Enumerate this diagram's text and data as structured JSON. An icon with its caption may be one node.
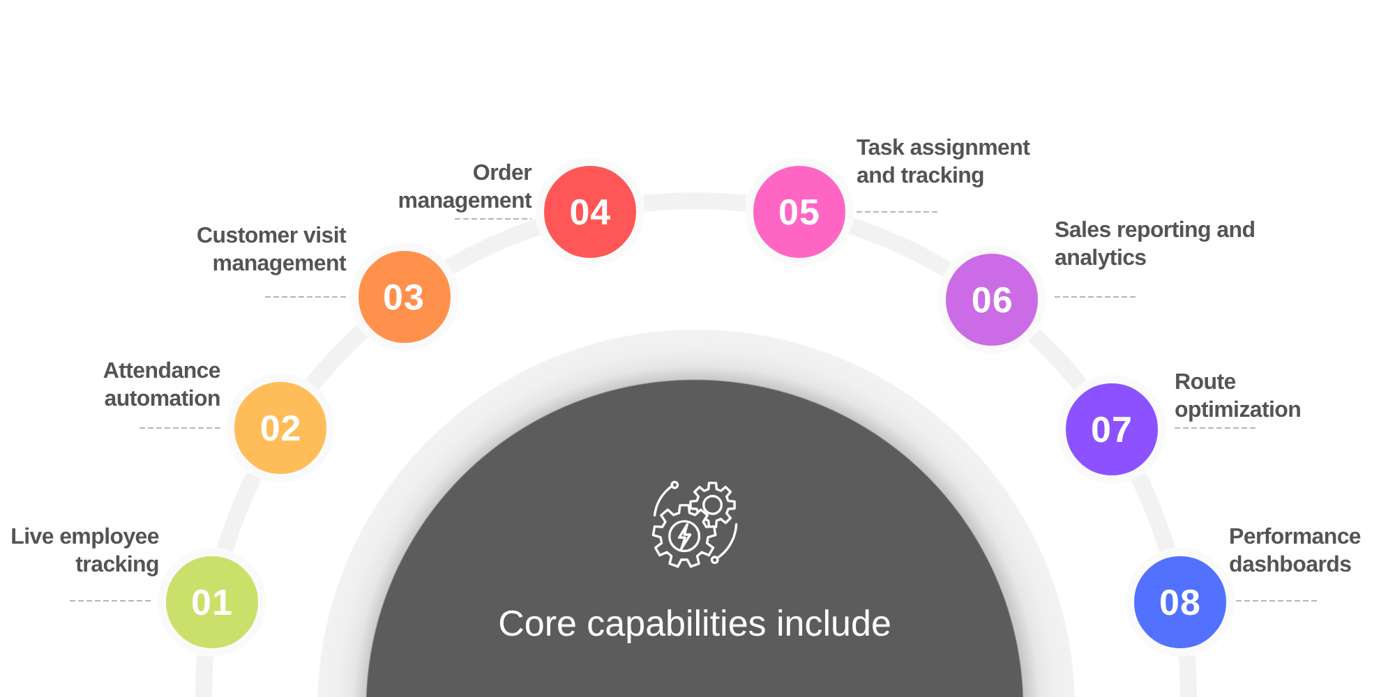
{
  "diagram": {
    "nodes": [
      {
        "text": [
          "01"
        ],
        "beside": [
          "Live employee tracking"
        ]
      },
      {
        "text": [
          "02"
        ],
        "beside": [
          "Attendance automation"
        ]
      },
      {
        "text": [
          "03"
        ],
        "beside": [
          "Customer visit management"
        ]
      },
      {
        "text": [
          "04"
        ],
        "beside": [
          "Order management"
        ]
      },
      {
        "text": [
          "05"
        ],
        "beside": [
          "Task assignment and tracking"
        ]
      },
      {
        "text": [
          "06"
        ],
        "beside": [
          "Sales reporting and analytics"
        ]
      },
      {
        "text": [
          "07"
        ],
        "beside": [
          "Route optimization"
        ]
      },
      {
        "text": [
          "08"
        ],
        "beside": [
          "Performance dashboards"
        ]
      },
      {
        "text": [
          "Core capabilities include"
        ]
      }
    ],
    "edges": [
      {
        "from": 0,
        "to": 1,
        "arrow": "none"
      },
      {
        "from": 1,
        "to": 2,
        "arrow": "none"
      },
      {
        "from": 2,
        "to": 3,
        "arrow": "none"
      },
      {
        "from": 3,
        "to": 4,
        "arrow": "none"
      },
      {
        "from": 4,
        "to": 5,
        "arrow": "none"
      },
      {
        "from": 5,
        "to": 6,
        "arrow": "none"
      },
      {
        "from": 6,
        "to": 7,
        "arrow": "none"
      }
    ]
  }
}
